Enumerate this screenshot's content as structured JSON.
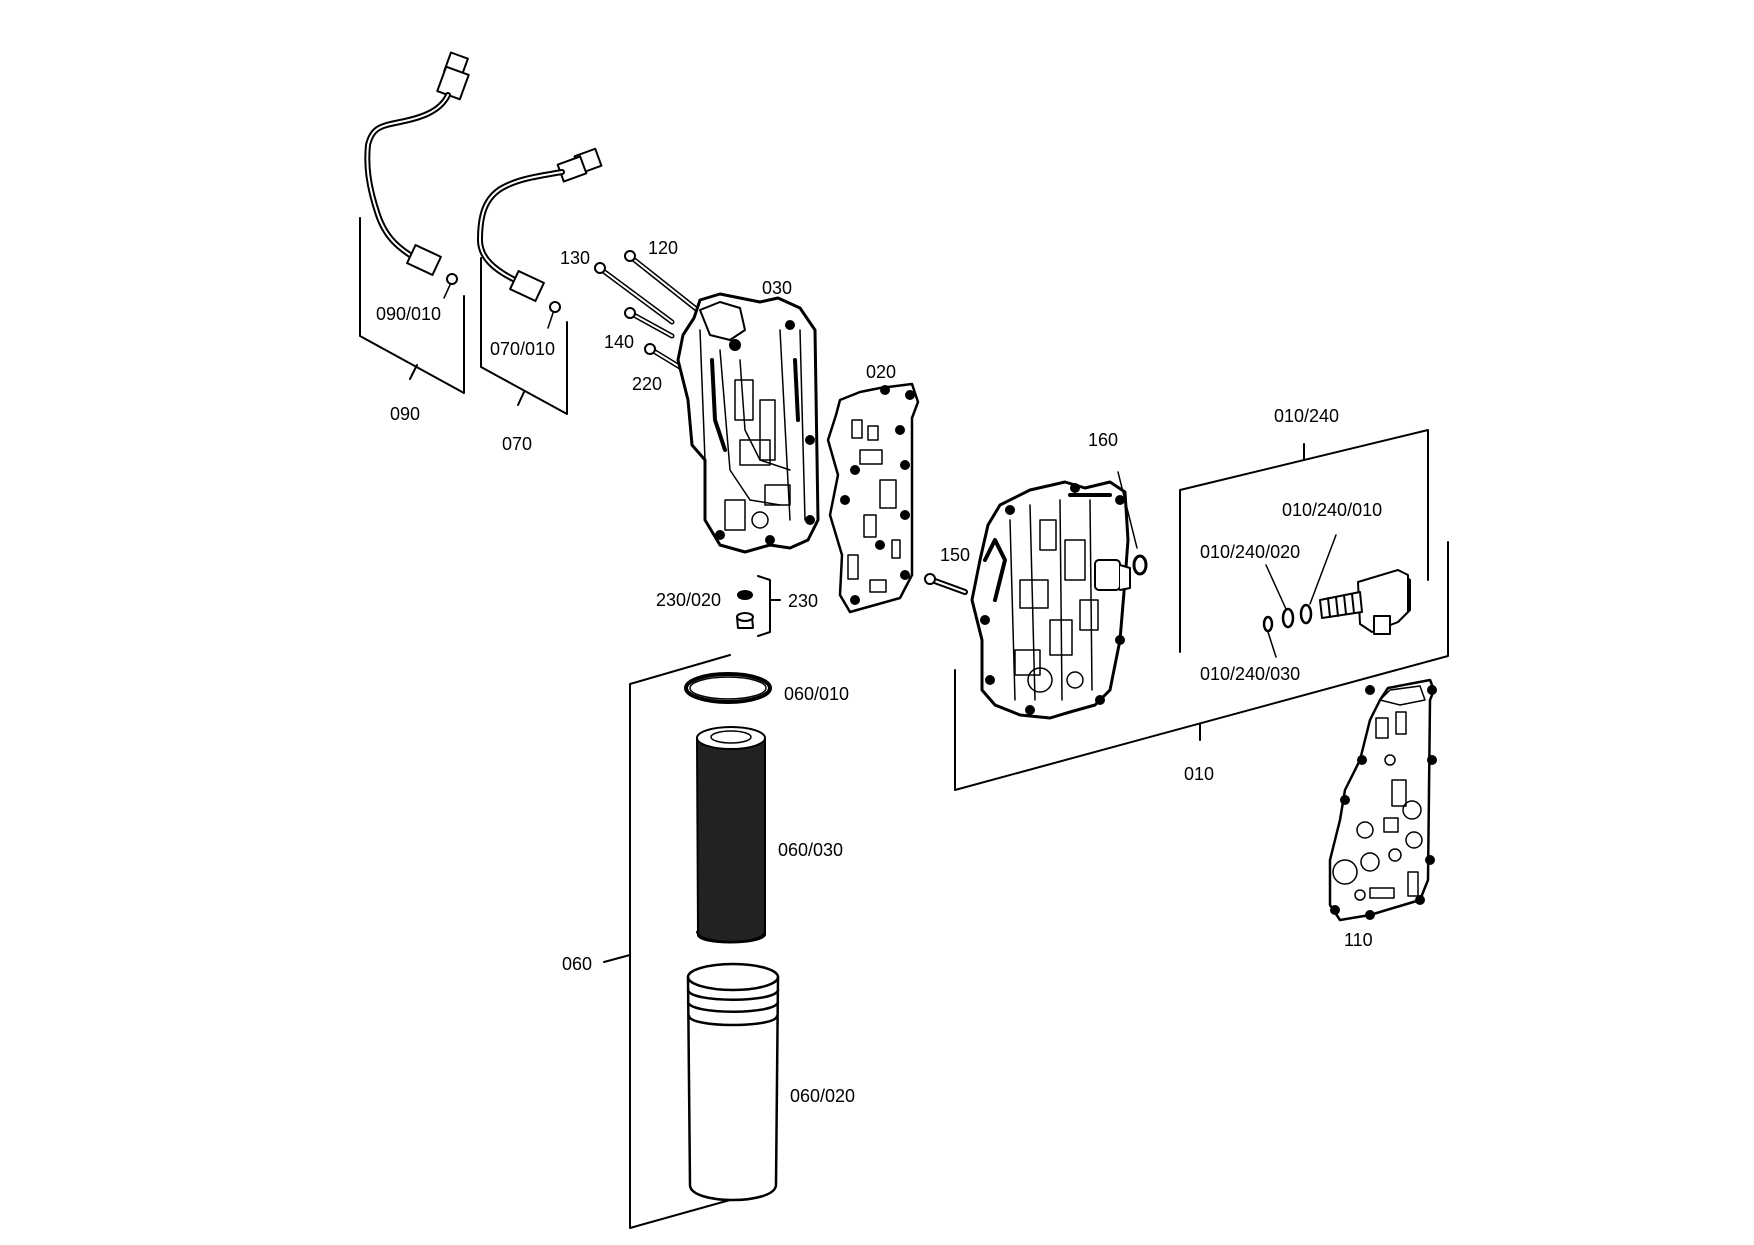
{
  "diagram": {
    "callouts": {
      "c090": "090",
      "c090_010": "090/010",
      "c070": "070",
      "c070_010": "070/010",
      "c130": "130",
      "c120": "120",
      "c030": "030",
      "c140": "140",
      "c220": "220",
      "c020": "020",
      "c160": "160",
      "c150": "150",
      "c230_020": "230/020",
      "c230": "230",
      "c060_010": "060/010",
      "c060_030": "060/030",
      "c060": "060",
      "c060_020": "060/020",
      "c010": "010",
      "c010_240": "010/240",
      "c010_240_010": "010/240/010",
      "c010_240_020": "010/240/020",
      "c010_240_030": "010/240/030",
      "c110": "110"
    }
  }
}
